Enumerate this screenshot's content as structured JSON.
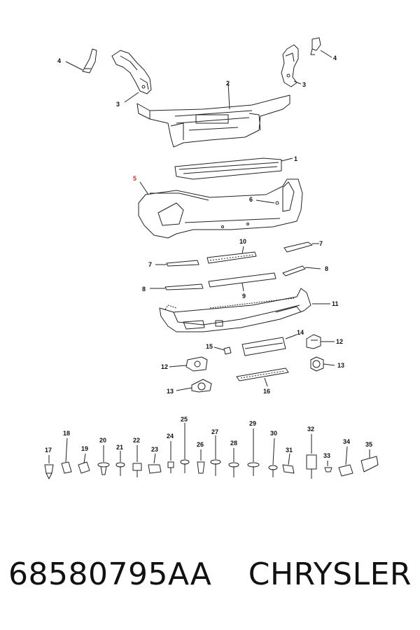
{
  "footer": {
    "part_number": "68580795AA",
    "brand": "CHRYSLER"
  },
  "callouts": {
    "c1": "1",
    "c2": "2",
    "c3a": "3",
    "c3b": "3",
    "c4a": "4",
    "c4b": "4",
    "c5": "5",
    "c6": "6",
    "c7a": "7",
    "c7b": "7",
    "c8a": "8",
    "c8b": "8",
    "c9": "9",
    "c10": "10",
    "c11": "11",
    "c12a": "12",
    "c12b": "12",
    "c13a": "13",
    "c13b": "13",
    "c14": "14",
    "c15": "15",
    "c16": "16",
    "c17": "17",
    "c18": "18",
    "c19": "19",
    "c20": "20",
    "c21": "21",
    "c22": "22",
    "c23": "23",
    "c24": "24",
    "c25": "25",
    "c26": "26",
    "c27": "27",
    "c28": "28",
    "c29": "29",
    "c30": "30",
    "c31": "31",
    "c32": "32",
    "c33": "33",
    "c34": "34",
    "c35": "35"
  },
  "colors": {
    "line": "#222222",
    "highlight": "#c0392b",
    "background": "#ffffff"
  }
}
